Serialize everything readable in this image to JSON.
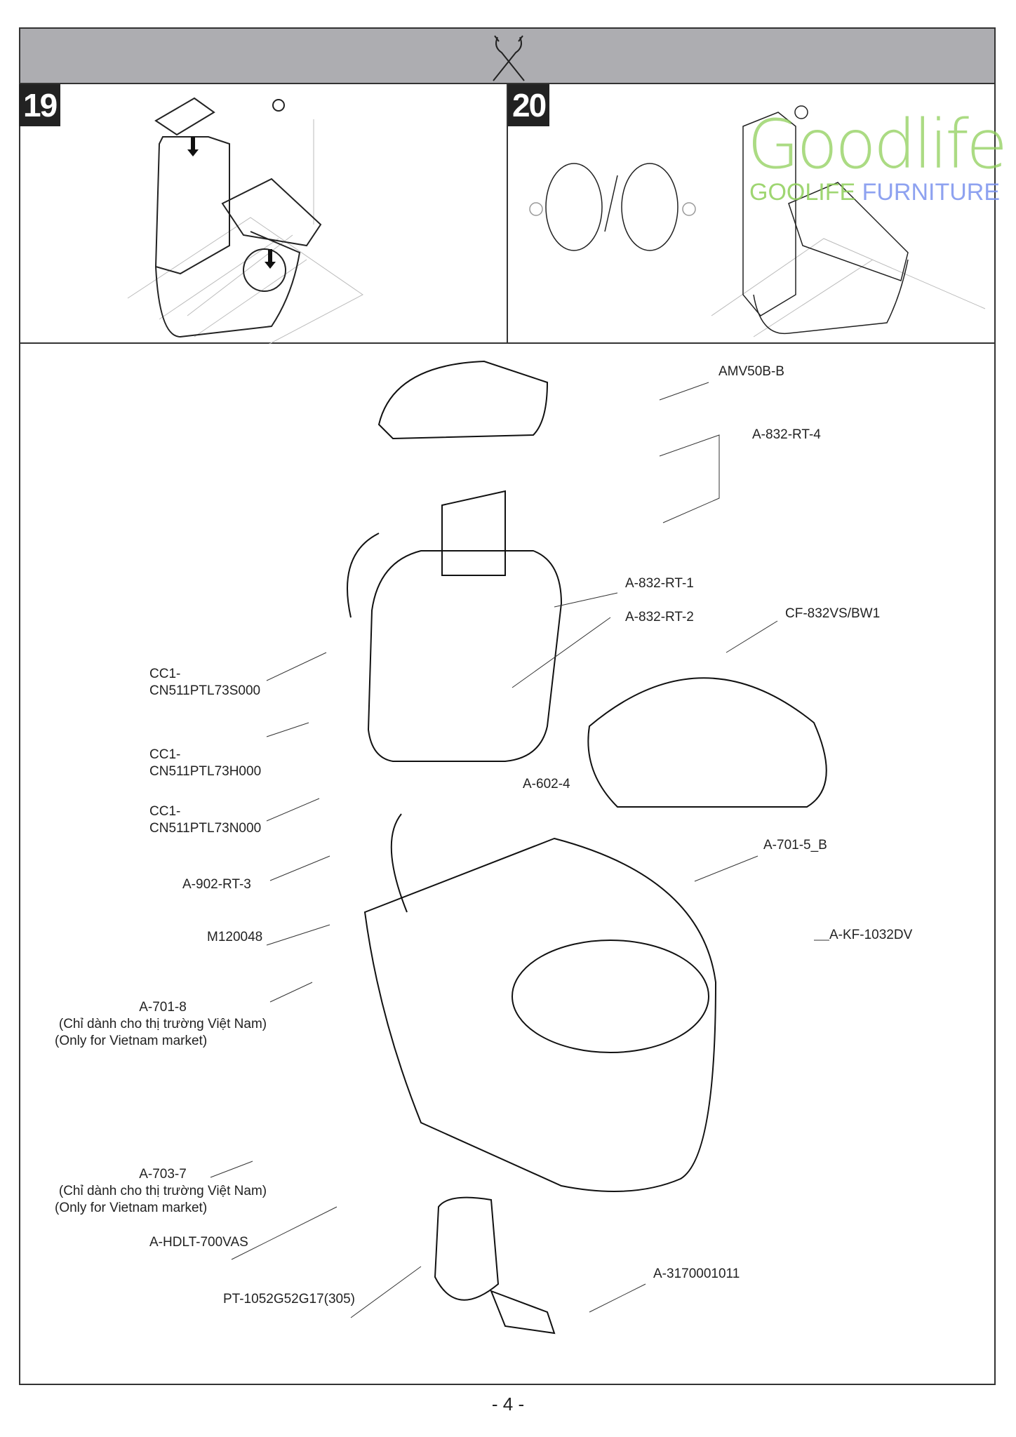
{
  "header": {
    "icon": "wrench-cross-icon"
  },
  "steps": [
    {
      "number": "19"
    },
    {
      "number": "20"
    }
  ],
  "watermark": {
    "logo": "Goodlife",
    "brand_left": "GOOLIFE",
    "brand_right": "FURNITURE"
  },
  "parts": {
    "amv50b": "AMV50B-B",
    "a832rt4": "A-832-RT-4",
    "a832rt1": "A-832-RT-1",
    "a832rt2": "A-832-RT-2",
    "cf832": "CF-832VS/BW1",
    "cc1_s_a": "CC1-",
    "cc1_s_b": "CN511PTL73S000",
    "cc1_h_a": "CC1-",
    "cc1_h_b": "CN511PTL73H000",
    "cc1_n_a": "CC1-",
    "cc1_n_b": "CN511PTL73N000",
    "a6024": "A-602-4",
    "a7015b": "A-701-5_B",
    "a902rt3": "A-902-RT-3",
    "m120048": "M120048",
    "akf1032": "A-KF-1032DV",
    "a7018": "A-701-8",
    "a7018_vi": "(Chỉ dành cho thị trường Việt Nam)",
    "a7018_en": "(Only for Vietnam market)",
    "a7037": "A-703-7",
    "a7037_vi": "(Chỉ dành cho thị trường Việt Nam)",
    "a7037_en": "(Only for Vietnam market)",
    "ahdlt": "A-HDLT-700VAS",
    "pt1052": "PT-1052G52G17(305)",
    "a317": "A-3170001011"
  },
  "page_number": "- 4 -"
}
